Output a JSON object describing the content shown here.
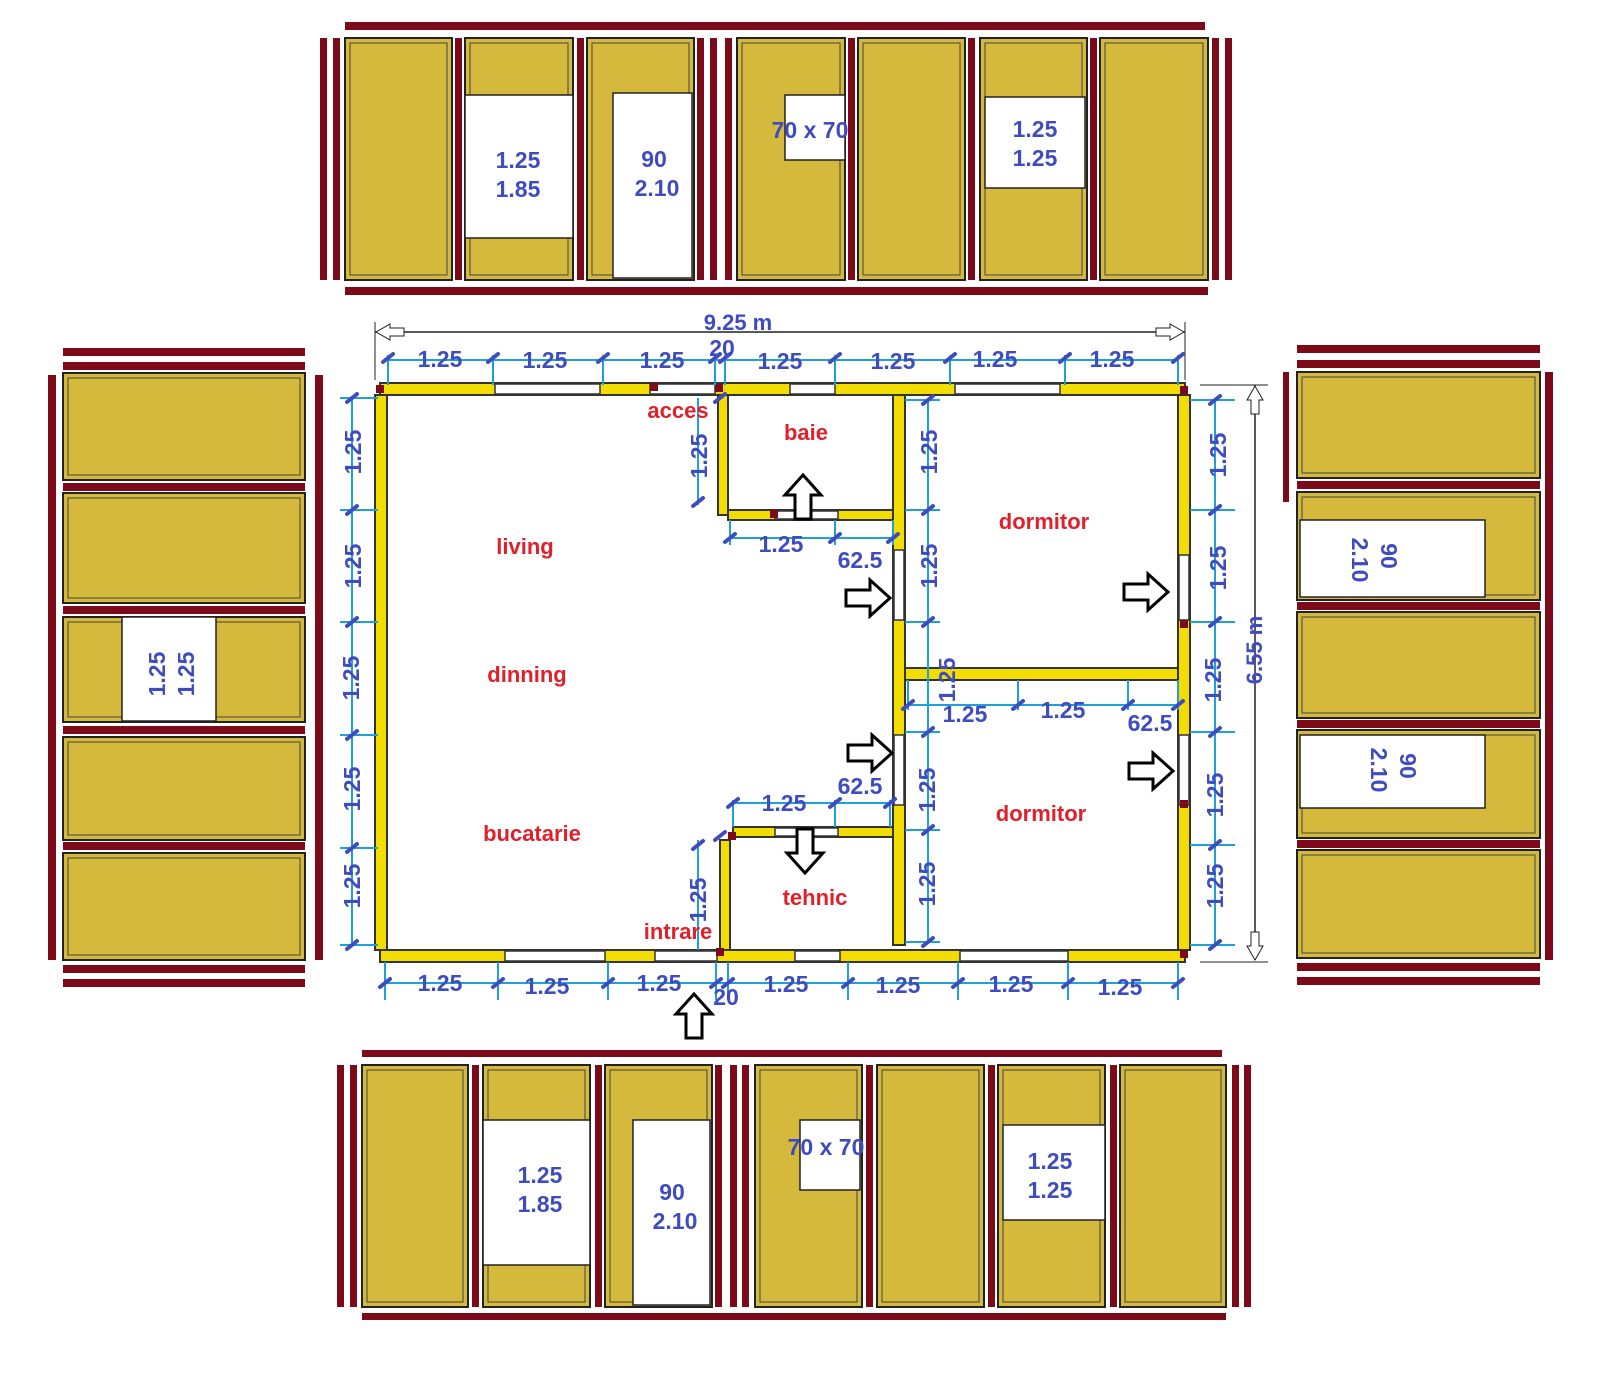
{
  "plan": {
    "total_width": "9.25 m",
    "total_depth": "6.55 m",
    "rooms": {
      "acces": "acces",
      "baie": "baie",
      "living": "living",
      "dinning": "dinning",
      "bucatarie": "bucatarie",
      "intrare": "intrare",
      "tehnic": "tehnic",
      "dormitor_1": "dormitor",
      "dormitor_2": "dormitor"
    },
    "top_dims": [
      "1.25",
      "1.25",
      "1.25",
      "20",
      "1.25",
      "1.25",
      "1.25",
      "1.25"
    ],
    "bottom_dims": [
      "1.25",
      "1.25",
      "1.25",
      "20",
      "1.25",
      "1.25",
      "1.25",
      "1.25"
    ],
    "left_dims": [
      "1.25",
      "1.25",
      "1.25",
      "1.25",
      "1.25"
    ],
    "right_dims": [
      "1.25",
      "1.25",
      "1.25",
      "1.25",
      "1.25"
    ],
    "inner_column_dims": [
      "1.25",
      "1.25",
      "1.25",
      "1.25"
    ],
    "inner_dims": {
      "baie_side": "1.25",
      "baie_wall": "1.25",
      "baie_wall_rest": "62.5",
      "tehnic_wall": "1.25",
      "tehnic_wall_rest": "62.5",
      "tehnic_side": "1.25",
      "dormitor_wall_a": "1.25",
      "dormitor_wall_b": "1.25",
      "dormitor_wall_rest": "62.5",
      "dormitor_wall_vertical": "1.25"
    }
  },
  "elevations": {
    "top": {
      "window_large": [
        "1.25",
        "1.85"
      ],
      "door": [
        "90",
        "2.10"
      ],
      "window_small": "70 x 70",
      "window_square": [
        "1.25",
        "1.25"
      ]
    },
    "bottom": {
      "window_large": [
        "1.25",
        "1.85"
      ],
      "door": [
        "90",
        "2.10"
      ],
      "window_small": "70 x 70",
      "window_square": [
        "1.25",
        "1.25"
      ]
    },
    "left": {
      "window_square": [
        "1.25",
        "1.25"
      ]
    },
    "right": {
      "door_1": [
        "90",
        "2.10"
      ],
      "door_2": [
        "90",
        "2.10"
      ]
    }
  },
  "colors": {
    "panel": "#d5b93c",
    "frame": "#7d0a18",
    "wall": "#f3dd00",
    "dimension_line": "#1ea0d8",
    "dimension_text": "#3e4cc0",
    "room_label": "#e0202a"
  }
}
